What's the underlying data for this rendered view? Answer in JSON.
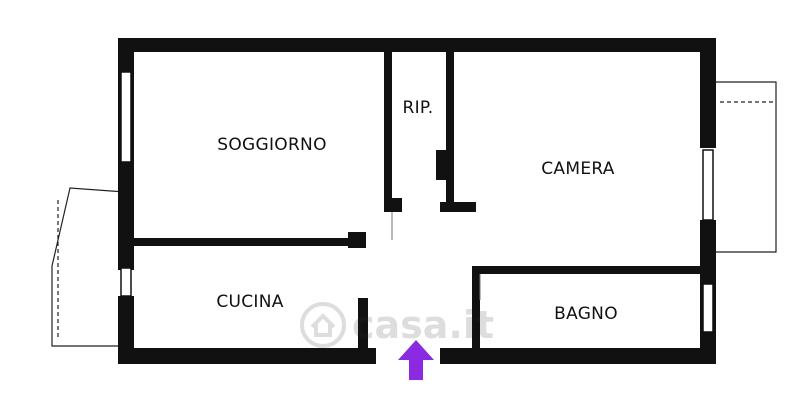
{
  "floorplan": {
    "rooms": [
      {
        "id": "soggiorno",
        "label": "SOGGIORNO"
      },
      {
        "id": "ripostiglio",
        "label": "RIP."
      },
      {
        "id": "camera",
        "label": "CAMERA"
      },
      {
        "id": "cucina",
        "label": "CUCINA"
      },
      {
        "id": "bagno",
        "label": "BAGNO"
      }
    ],
    "entrance_icon": "arrow-up-icon",
    "watermark": {
      "text": "casa.it",
      "icon": "house-logo-icon"
    }
  },
  "colors": {
    "wall": "#111111",
    "background": "#ffffff",
    "entrance_arrow": "#8a2be2",
    "watermark": "#333333"
  }
}
